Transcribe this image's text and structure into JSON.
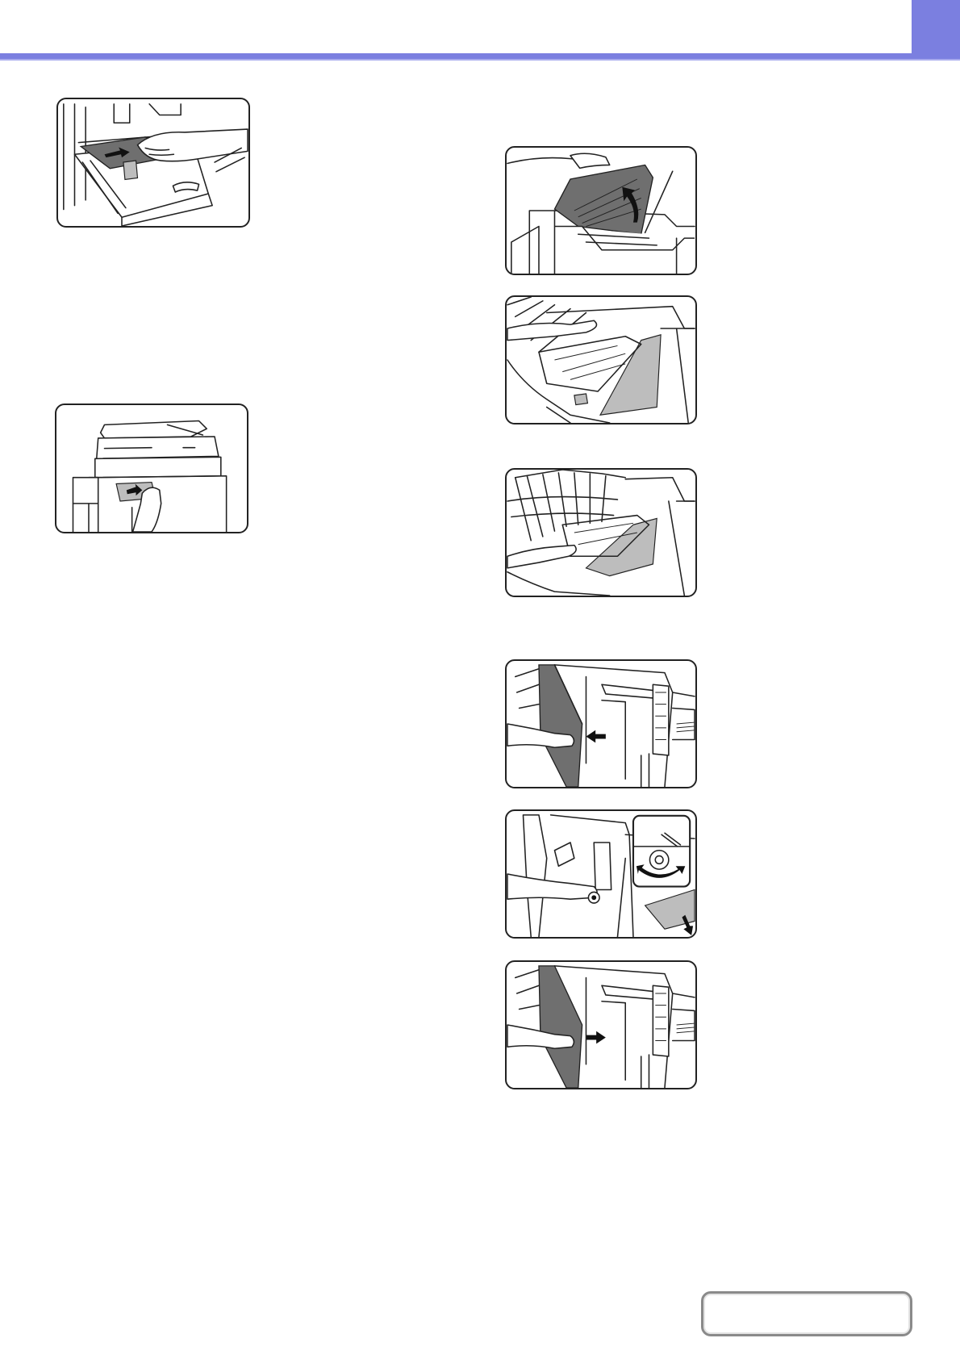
{
  "header": {
    "accent_color": "#7b7fe0"
  },
  "illustrations": [
    {
      "id": "tray-paper-removal",
      "icon": "paper-tray-illustration"
    },
    {
      "id": "side-paper-removal",
      "icon": "copier-side-illustration"
    },
    {
      "id": "top-cover-open",
      "icon": "top-cover-open-illustration"
    },
    {
      "id": "jammed-paper-top",
      "icon": "jammed-paper-top-illustration"
    },
    {
      "id": "jammed-paper-pull",
      "icon": "jammed-paper-pull-illustration"
    },
    {
      "id": "finisher-cover-open",
      "icon": "finisher-cover-open-illustration"
    },
    {
      "id": "finisher-knob-turn",
      "icon": "finisher-knob-turn-illustration"
    },
    {
      "id": "finisher-cover-close",
      "icon": "finisher-cover-close-illustration"
    }
  ],
  "footer": {
    "contents_button_label": ""
  }
}
